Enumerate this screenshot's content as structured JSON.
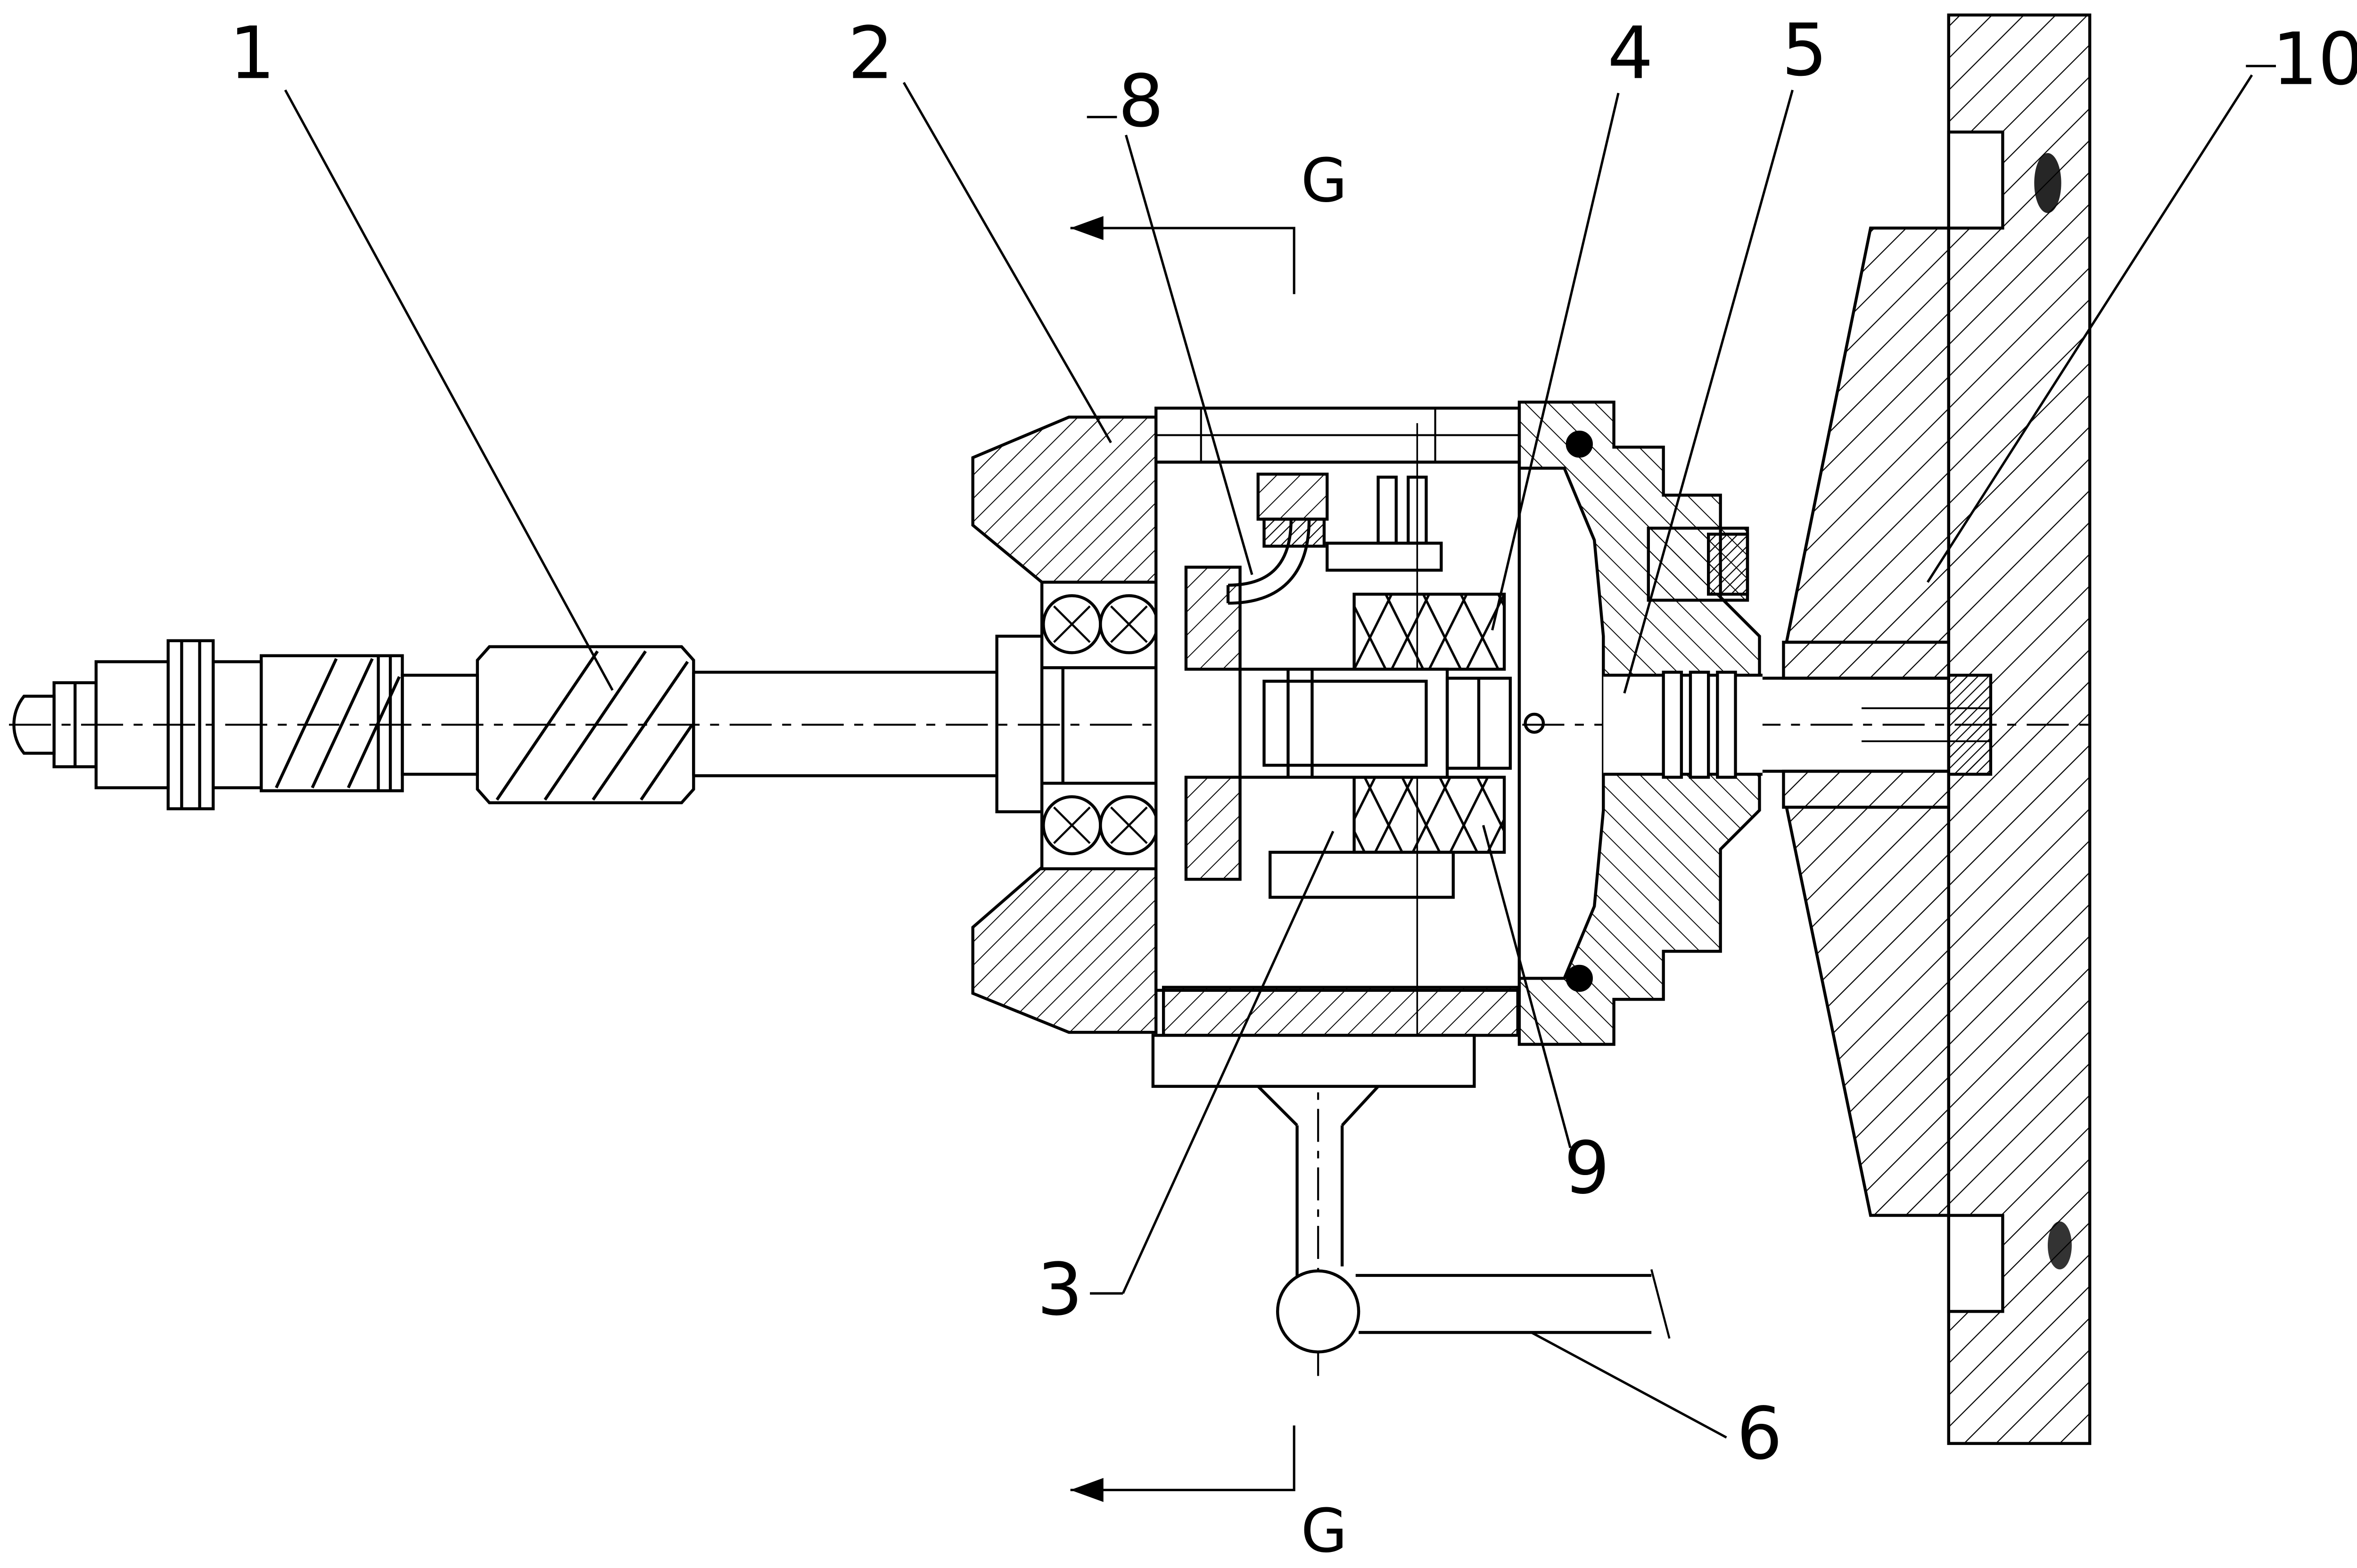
{
  "figure": {
    "kind": "sectional engineering drawing (patent style)",
    "view": "side cross-section with section plane G-G",
    "background": "#ffffff",
    "line_color": "#000000"
  },
  "labels": {
    "callout_1": "1",
    "callout_2": "2",
    "callout_3": "3",
    "callout_4": "4",
    "callout_5": "5",
    "callout_6": "6",
    "callout_8": "8",
    "callout_9": "9",
    "callout_10": "10",
    "section_top": "G",
    "section_bottom": "G"
  }
}
